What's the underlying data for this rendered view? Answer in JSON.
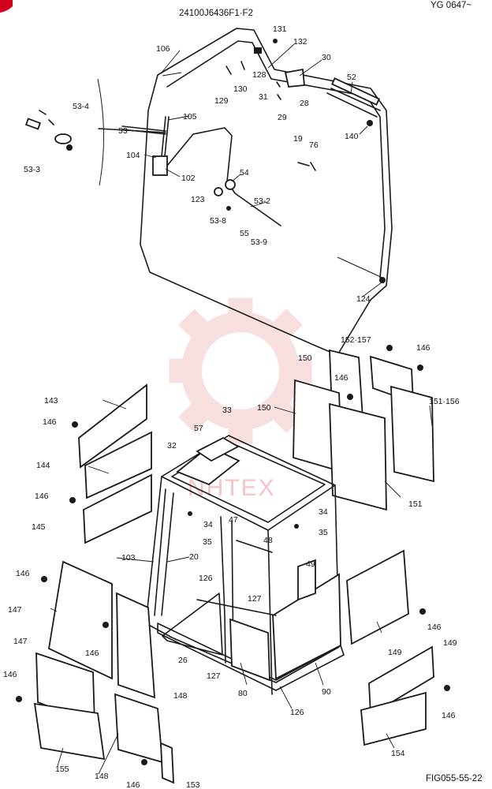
{
  "header": {
    "drawing_code": "24100J6436F1·F2",
    "serial_range": "YG 0647~"
  },
  "footer": {
    "figure_id": "FIG055-55-22"
  },
  "watermark": {
    "text": "NHTEX",
    "color": "#f3c5c5"
  },
  "accent": {
    "corner_mark_color": "#d0021b",
    "line_color": "#1a1a1a"
  },
  "callouts": [
    {
      "label": "131"
    },
    {
      "label": "106"
    },
    {
      "label": "132"
    },
    {
      "label": "30"
    },
    {
      "label": "128"
    },
    {
      "label": "52"
    },
    {
      "label": "129"
    },
    {
      "label": "130"
    },
    {
      "label": "31"
    },
    {
      "label": "28"
    },
    {
      "label": "29"
    },
    {
      "label": "140"
    },
    {
      "label": "53-4"
    },
    {
      "label": "105"
    },
    {
      "label": "53"
    },
    {
      "label": "19"
    },
    {
      "label": "76"
    },
    {
      "label": "104"
    },
    {
      "label": "53-3"
    },
    {
      "label": "102"
    },
    {
      "label": "54"
    },
    {
      "label": "123"
    },
    {
      "label": "53-2"
    },
    {
      "label": "53-8"
    },
    {
      "label": "55"
    },
    {
      "label": "53-9"
    },
    {
      "label": "124"
    },
    {
      "label": "152·157"
    },
    {
      "label": "146"
    },
    {
      "label": "150"
    },
    {
      "label": "146"
    },
    {
      "label": "143"
    },
    {
      "label": "146"
    },
    {
      "label": "33"
    },
    {
      "label": "150"
    },
    {
      "label": "151·156"
    },
    {
      "label": "57"
    },
    {
      "label": "32"
    },
    {
      "label": "144"
    },
    {
      "label": "146"
    },
    {
      "label": "151"
    },
    {
      "label": "34"
    },
    {
      "label": "47"
    },
    {
      "label": "34"
    },
    {
      "label": "145"
    },
    {
      "label": "35"
    },
    {
      "label": "35"
    },
    {
      "label": "48"
    },
    {
      "label": "103"
    },
    {
      "label": "20"
    },
    {
      "label": "49"
    },
    {
      "label": "146"
    },
    {
      "label": "126"
    },
    {
      "label": "147"
    },
    {
      "label": "127"
    },
    {
      "label": "146"
    },
    {
      "label": "146"
    },
    {
      "label": "26"
    },
    {
      "label": "149"
    },
    {
      "label": "147"
    },
    {
      "label": "149"
    },
    {
      "label": "146"
    },
    {
      "label": "127"
    },
    {
      "label": "148"
    },
    {
      "label": "80"
    },
    {
      "label": "90"
    },
    {
      "label": "126"
    },
    {
      "label": "146"
    },
    {
      "label": "155"
    },
    {
      "label": "148"
    },
    {
      "label": "154"
    },
    {
      "label": "146"
    },
    {
      "label": "153"
    }
  ]
}
